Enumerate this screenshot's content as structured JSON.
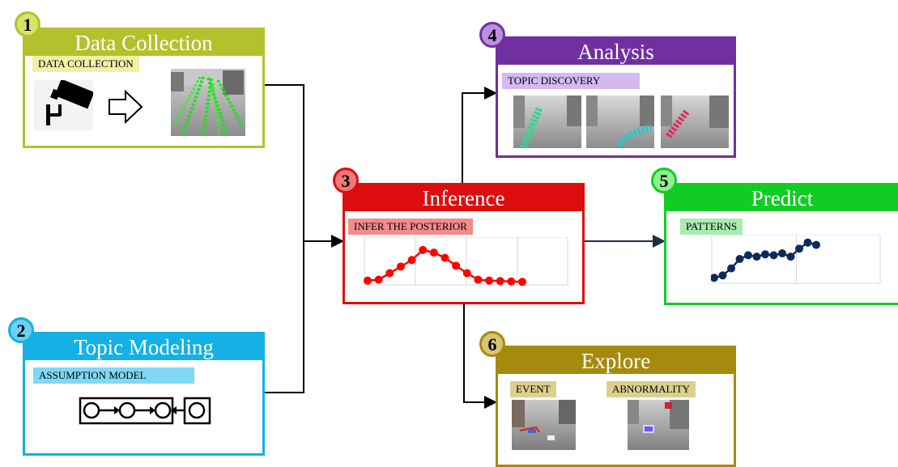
{
  "stages": {
    "data_collection": {
      "number": "1",
      "title": "Data Collection",
      "tag": "DATA COLLECTION",
      "color": "#b5c12c",
      "badge_color": "#d7e36a",
      "tag_bg": "#f2f0a8"
    },
    "topic_modeling": {
      "number": "2",
      "title": "Topic Modeling",
      "tag": "ASSUMPTION MODEL",
      "color": "#14b0e6",
      "badge_color": "#6ccff3",
      "tag_bg": "#7fd8f4"
    },
    "inference": {
      "number": "3",
      "title": "Inference",
      "tag": "INFER THE POSTERIOR",
      "color": "#de0d0d",
      "badge_color": "#f07878",
      "tag_bg": "#f58a8a"
    },
    "analysis": {
      "number": "4",
      "title": "Analysis",
      "tag": "TOPIC DISCOVERY",
      "color": "#7030a0",
      "badge_color": "#bd8fe0",
      "tag_bg": "#d6b8f0"
    },
    "predict": {
      "number": "5",
      "title": "Predict",
      "tag": "PATTERNS",
      "color": "#11cc22",
      "badge_color": "#8ef08e",
      "tag_bg": "#a8ecb0"
    },
    "explore": {
      "number": "6",
      "title": "Explore",
      "tag_event": "EVENT",
      "tag_abnormality": "ABNORMALITY",
      "color": "#a58a0e",
      "badge_color": "#d8c476",
      "tag_bg": "#ddd08f"
    }
  },
  "chart_data": [
    {
      "type": "line",
      "name": "infer-the-posterior",
      "x": [
        1,
        2,
        3,
        4,
        5,
        6,
        7,
        8,
        9,
        10,
        11,
        12,
        13,
        14,
        15
      ],
      "values": [
        0.08,
        0.1,
        0.25,
        0.4,
        0.55,
        0.78,
        0.72,
        0.6,
        0.42,
        0.25,
        0.1,
        0.08,
        0.07,
        0.06,
        0.05
      ],
      "ylim": [
        0,
        1
      ],
      "grid": true,
      "color": "#ff0000"
    },
    {
      "type": "line",
      "name": "patterns",
      "x": [
        1,
        2,
        3,
        4,
        5,
        6,
        7,
        8,
        9,
        10,
        11,
        12,
        13
      ],
      "values": [
        0.1,
        0.15,
        0.3,
        0.5,
        0.58,
        0.55,
        0.6,
        0.58,
        0.62,
        0.55,
        0.72,
        0.85,
        0.8
      ],
      "ylim": [
        0,
        1
      ],
      "grid": true,
      "color": "#0d2a5c"
    }
  ]
}
